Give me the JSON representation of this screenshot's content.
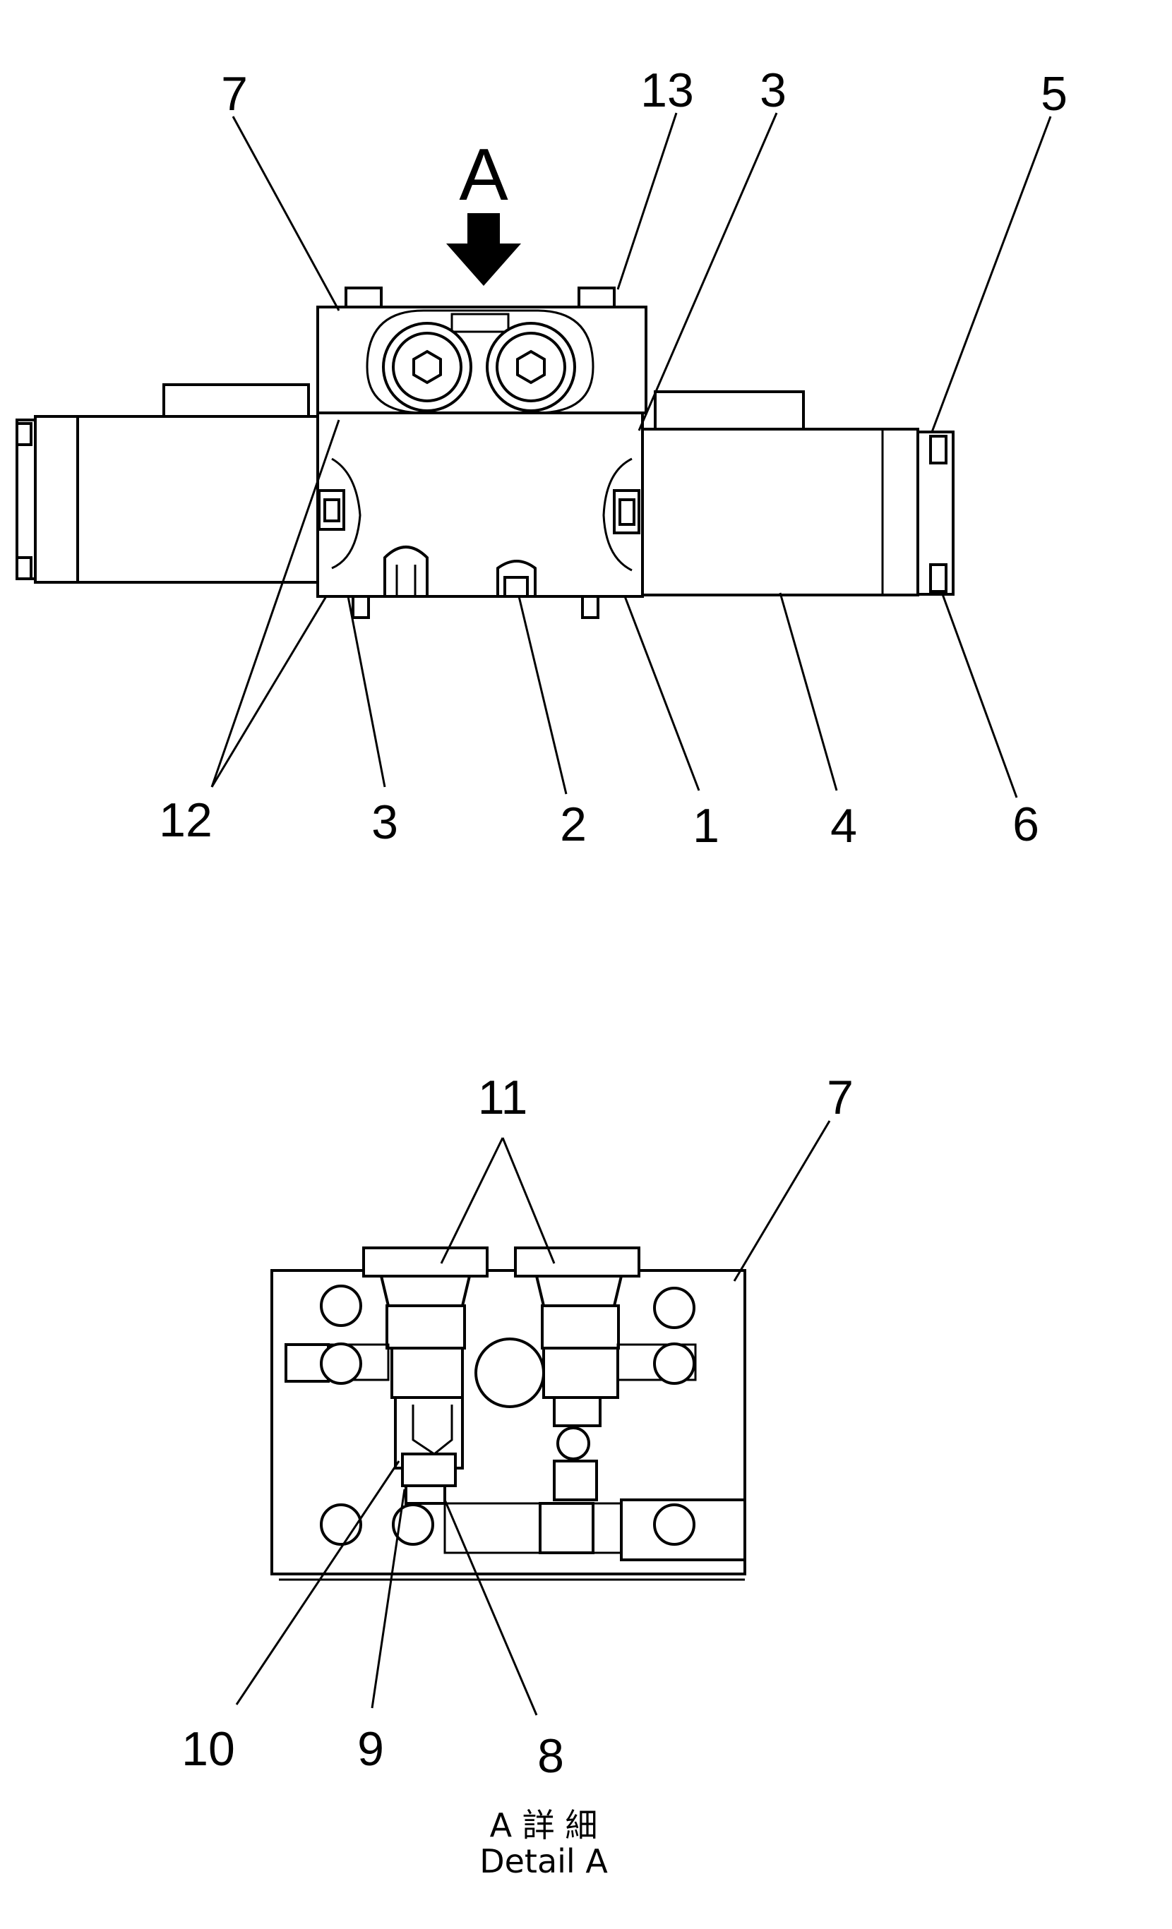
{
  "view_arrow_label": "A",
  "callouts_main_view": {
    "c7": "7",
    "c13": "13",
    "c3_top": "3",
    "c5": "5",
    "c12": "12",
    "c3_bottom": "3",
    "c2": "2",
    "c1": "1",
    "c4": "4",
    "c6": "6"
  },
  "callouts_detail_view": {
    "c11": "11",
    "c7": "7",
    "c10": "10",
    "c9": "9",
    "c8": "8"
  },
  "caption": {
    "japanese": "A 詳 細",
    "english": "Detail A"
  }
}
